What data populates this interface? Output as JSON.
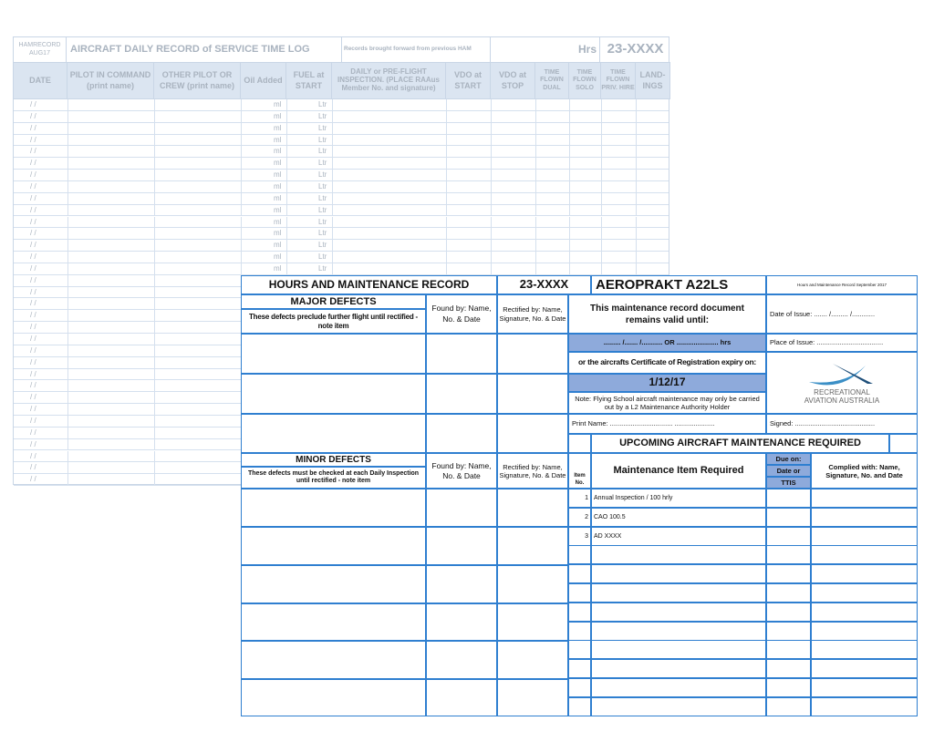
{
  "back": {
    "form_code": "HAMRECORD AUG17",
    "title": "AIRCRAFT DAILY RECORD of SERVICE TIME LOG",
    "brought_forward": "Records brought forward from previous HAM",
    "hrs": "Hrs",
    "rego": "23-XXXX",
    "columns": [
      "DATE",
      "PILOT IN COMMAND (print name)",
      "OTHER PILOT OR CREW (print name)",
      "Oil Added",
      "FUEL at START",
      "DAILY or PRE-FLIGHT INSPECTION. (PLACE RAAus Member No. and signature)",
      "VDO at START",
      "VDO at STOP",
      "TIME FLOWN DUAL",
      "TIME FLOWN SOLO",
      "TIME FLOWN PRIV. HIRE",
      "LAND-INGS"
    ],
    "date_placeholder": "/   /",
    "oil_unit": "ml",
    "fuel_unit": "Ltr"
  },
  "front": {
    "title": "HOURS AND MAINTENANCE RECORD",
    "rego": "23-XXXX",
    "aircraft": "AEROPRAKT A22LS",
    "version": "Hours and Maintenance Record September 2017",
    "major": {
      "title": "MAJOR DEFECTS",
      "note": "These defects preclude further flight until rectified - note item"
    },
    "minor": {
      "title": "MINOR DEFECTS",
      "note": "These defects must be checked at each Daily Inspection until rectified - note item"
    },
    "found_by": "Found by: Name, No. & Date",
    "rectified_by": "Rectified by: Name, Signature, No. & Date",
    "valid_until": "This maintenance record document remains valid until:",
    "valid_fields": "......... /....... /........... OR ...................... hrs",
    "cor_expiry": "or the aircrafts Certificate of Registration expiry on:",
    "expiry_date": "1/12/17",
    "note": "Note: Flying School aircraft maintenance may only be carried out by a L2 Maintenance Authority Holder",
    "date_of_issue": "Date of Issue:   ....... /......... /............",
    "place_of_issue": "Place of Issue:   ...................................",
    "print_name": "Print Name:  .................................  .....................",
    "signed": "Signed:  ..........................................",
    "logo_text": "RECREATIONAL AVIATION AUSTRALIA",
    "upcoming": "UPCOMING AIRCRAFT MAINTENANCE REQUIRED",
    "item_no": "Item No.",
    "maint_item": "Maintenance Item Required",
    "due_on": [
      "Due on:",
      "Date or",
      "TTIS"
    ],
    "complied": "Complied with: Name, Signature, No. and Date",
    "items": [
      {
        "no": "1",
        "text": "Annual Inspection / 100 hrly"
      },
      {
        "no": "2",
        "text": "CAO 100.5"
      },
      {
        "no": "3",
        "text": "AD XXXX"
      }
    ]
  },
  "colors": {
    "line": "#2f7fd0",
    "fill": "#8eaadb",
    "header": "#dbe5f1"
  }
}
